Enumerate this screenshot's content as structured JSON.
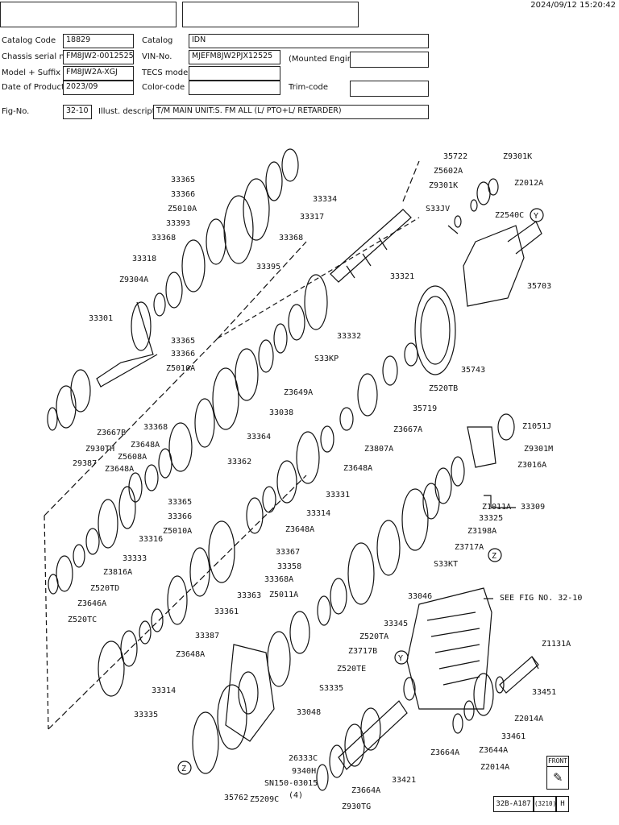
{
  "timestamp": "2024/09/12 15:20:42",
  "header": {
    "catalog_code_label": "Catalog Code",
    "catalog_code": "18829",
    "catalog_label": "Catalog",
    "catalog": "IDN",
    "chassis_label": "Chassis serial number",
    "chassis": "FM8JW2-0012525",
    "vin_label": "VIN-No.",
    "vin": "MJEFM8JW2PJX12525",
    "mounted_engine_label": "(Mounted Engine",
    "mounted_engine": "",
    "model_label": "Model + Suffix",
    "model": "FM8JW2A-XGJ",
    "tecs_label": "TECS model (only",
    "tecs": "",
    "date_label": "Date of Production",
    "date": "2023/09",
    "color_label": "Color-code",
    "color": "",
    "trim_label": "Trim-code",
    "trim": "",
    "fig_label": "Fig-No.",
    "fig": "32-10",
    "illust_label": "Illust. description",
    "illust": "T/M MAIN UNIT:S. FM ALL (L/ PTO+L/ RETARDER)"
  },
  "diagram": {
    "labels": [
      "33365",
      "33366",
      "Z5010A",
      "33393",
      "33368",
      "33318",
      "Z9304A",
      "33301",
      "33334",
      "33317",
      "33368",
      "33395",
      "33321",
      "33332",
      "S33KP",
      "Z3649A",
      "33038",
      "33364",
      "33362",
      "33368",
      "Z3648A",
      "Z5608A",
      "Z3648A",
      "33365",
      "33366",
      "Z5010A",
      "Z3667B",
      "Z930TH",
      "29387",
      "35722",
      "Z5602A",
      "Z9301K",
      "Z9301K",
      "Z2012A",
      "S33JV",
      "Z2540C",
      "35703",
      "35743",
      "Z520TB",
      "35719",
      "Z3667A",
      "Z3807A",
      "Z3648A",
      "33331",
      "33314",
      "Z3648A",
      "33316",
      "33333",
      "Z3816A",
      "Z520TD",
      "Z3646A",
      "Z520TC",
      "Z1051J",
      "Z9301M",
      "Z3016A",
      "Z1011A",
      "33325",
      "33309",
      "Z3198A",
      "Z3717A",
      "S33KT",
      "33046",
      "33345",
      "Z520TA",
      "Z3717B",
      "Z520TE",
      "S3335",
      "33365",
      "33366",
      "Z5010A",
      "33367",
      "33358",
      "33368A",
      "Z5011A",
      "33363",
      "33361",
      "33387",
      "Z3648A",
      "33314",
      "33335",
      "33048",
      "26333C",
      "9340H",
      "SN150-03015",
      "(4)",
      "Z5209C",
      "35762",
      "33421",
      "Z3664A",
      "Z930TG",
      "Z3664A",
      "Z2014A",
      "Z3644A",
      "33461",
      "Z2014A",
      "33451",
      "Z1131A",
      "SEE FIG NO. 32-10"
    ],
    "markers": [
      "Y",
      "Y",
      "Z",
      "Z"
    ]
  },
  "footer": {
    "front": "FRONT",
    "code": "32B-A187",
    "ref": "(3210)",
    "suffix": "H"
  }
}
